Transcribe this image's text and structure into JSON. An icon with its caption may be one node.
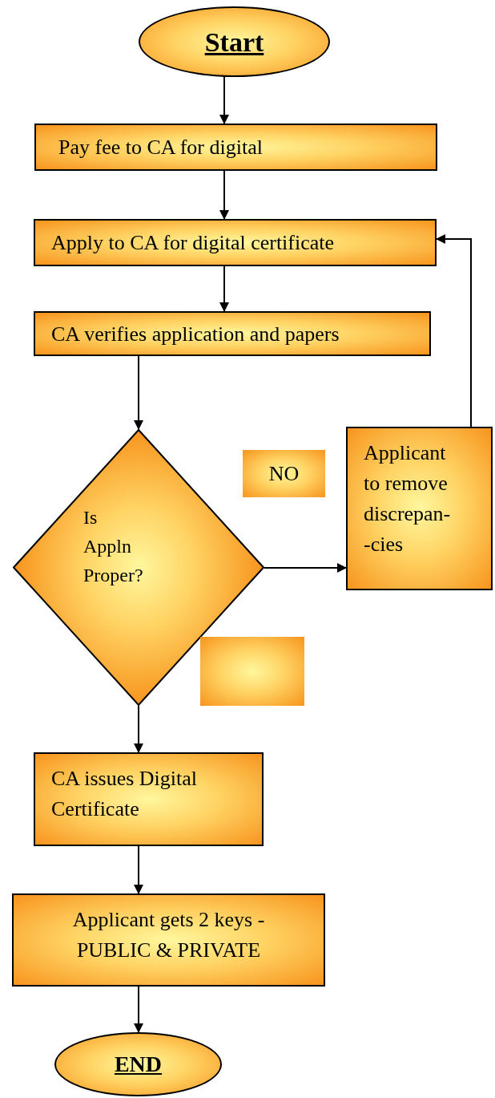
{
  "diagram": {
    "nodes": [
      {
        "text": [
          "Start"
        ]
      },
      {
        "text": [
          "Pay fee to CA for digital"
        ]
      },
      {
        "text": [
          "Apply to CA for digital certificate"
        ]
      },
      {
        "text": [
          "CA verifies application and papers"
        ]
      },
      {
        "text": [
          "Is Appln Proper?"
        ]
      },
      {
        "text": [
          "NO"
        ]
      },
      {
        "text": [
          "Applicant to remove discrepan- -cies"
        ]
      },
      {
        "text": [],
        "shape": "box"
      },
      {
        "text": [
          "CA issues Digital Certificate"
        ]
      },
      {
        "text": [
          "Applicant gets 2 keys -PUBLIC & PRIVATE"
        ]
      },
      {
        "text": [
          "END"
        ]
      }
    ],
    "edges": [
      {
        "from": 0,
        "to": 1,
        "arrow": "to"
      },
      {
        "from": 1,
        "to": 2,
        "arrow": "to"
      },
      {
        "from": 2,
        "to": 3,
        "arrow": "to"
      },
      {
        "from": 3,
        "to": 4,
        "arrow": "to"
      },
      {
        "from": 4,
        "to": 6,
        "arrow": "to"
      },
      {
        "from": 6,
        "to": 2,
        "arrow": "to"
      },
      {
        "from": 4,
        "to": 8,
        "arrow": "to"
      },
      {
        "from": 8,
        "to": 9,
        "arrow": "to"
      },
      {
        "from": 9,
        "to": 10,
        "arrow": "to"
      }
    ]
  }
}
